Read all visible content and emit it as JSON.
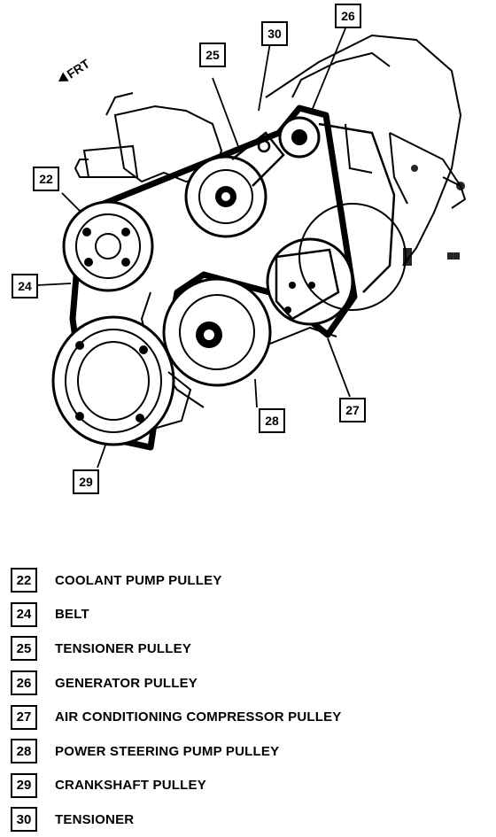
{
  "diagram": {
    "front_label": "FRT",
    "callouts": {
      "c22": "22",
      "c24": "24",
      "c25": "25",
      "c26": "26",
      "c27": "27",
      "c28": "28",
      "c29": "29",
      "c30": "30"
    }
  },
  "legend": [
    {
      "number": "22",
      "text": "COOLANT PUMP PULLEY"
    },
    {
      "number": "24",
      "text": "BELT"
    },
    {
      "number": "25",
      "text": "TENSIONER PULLEY"
    },
    {
      "number": "26",
      "text": "GENERATOR PULLEY"
    },
    {
      "number": "27",
      "text": "AIR CONDITIONING COMPRESSOR PULLEY"
    },
    {
      "number": "28",
      "text": "POWER STEERING PUMP PULLEY"
    },
    {
      "number": "29",
      "text": "CRANKSHAFT PULLEY"
    },
    {
      "number": "30",
      "text": "TENSIONER"
    }
  ]
}
